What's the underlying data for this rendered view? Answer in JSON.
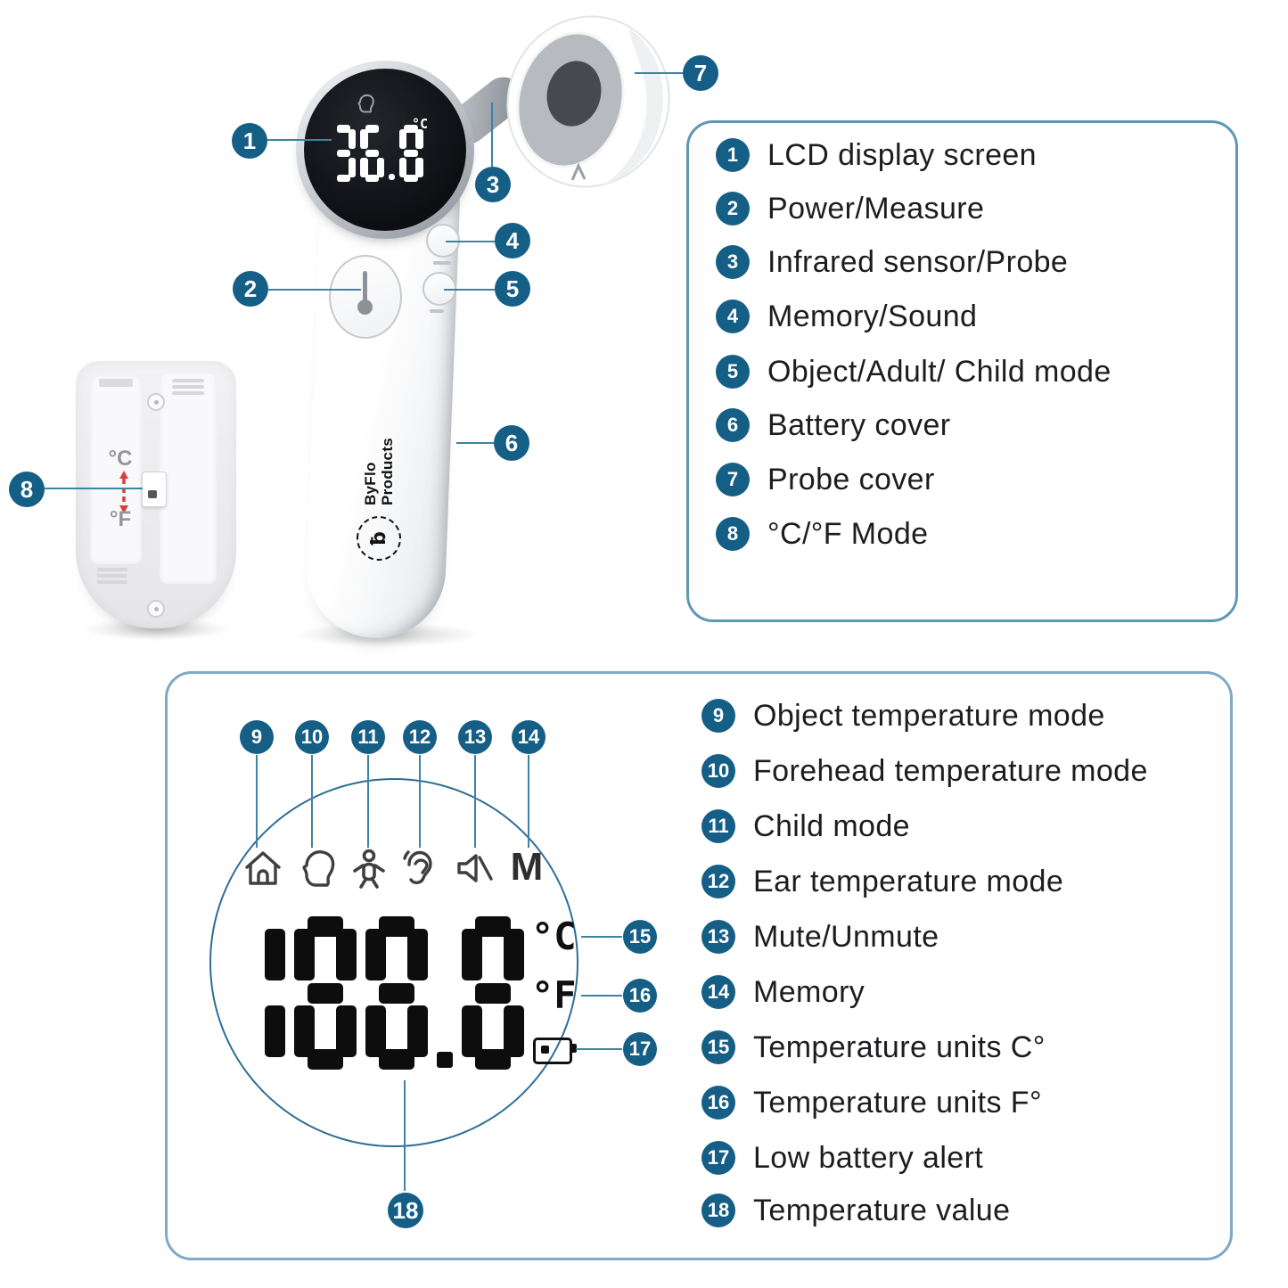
{
  "colors": {
    "badge_blue": "#155e86",
    "callout_line": "#3e82a6",
    "box_border": "#5e96b6",
    "lcd_segment_black": "#0d0d0d",
    "lcd_segment_white": "#ffffff",
    "arrow_red": "#d8403a"
  },
  "brand": {
    "line1": "ByFlo",
    "line2": "Products",
    "seal_glyph": "ƀ"
  },
  "device_display": {
    "value": "36.8",
    "unit": "°C"
  },
  "battery_compartment": {
    "celsius": "°C",
    "fahrenheit": "°F"
  },
  "top_legend": {
    "items": [
      {
        "num": "1",
        "label": "LCD display screen"
      },
      {
        "num": "2",
        "label": "Power/Measure"
      },
      {
        "num": "3",
        "label": "Infrared sensor/Probe"
      },
      {
        "num": "4",
        "label": "Memory/Sound"
      },
      {
        "num": "5",
        "label": "Object/Adult/ Child mode"
      },
      {
        "num": "6",
        "label": "Battery cover"
      },
      {
        "num": "7",
        "label": "Probe cover"
      },
      {
        "num": "8",
        "label": "°C/°F Mode"
      }
    ]
  },
  "bottom_legend": {
    "items": [
      {
        "num": "9",
        "label": "Object temperature mode",
        "icon": "house-icon"
      },
      {
        "num": "10",
        "label": "Forehead temperature mode",
        "icon": "head-icon"
      },
      {
        "num": "11",
        "label": "Child mode",
        "icon": "baby-icon"
      },
      {
        "num": "12",
        "label": "Ear temperature mode",
        "icon": "ear-icon"
      },
      {
        "num": "13",
        "label": "Mute/Unmute",
        "icon": "muted-speaker-icon"
      },
      {
        "num": "14",
        "label": "Memory",
        "icon": "memory-m-label"
      },
      {
        "num": "15",
        "label": "Temperature units C°",
        "icon": "celsius-label"
      },
      {
        "num": "16",
        "label": "Temperature units F°",
        "icon": "fahrenheit-label"
      },
      {
        "num": "17",
        "label": "Low battery alert",
        "icon": "low-battery-icon"
      },
      {
        "num": "18",
        "label": "Temperature value",
        "icon": "seven-segment-digits"
      }
    ]
  },
  "lcd_diagram": {
    "value": "188.8",
    "celsius": "°C",
    "fahrenheit": "°F",
    "memory_label": "M"
  }
}
